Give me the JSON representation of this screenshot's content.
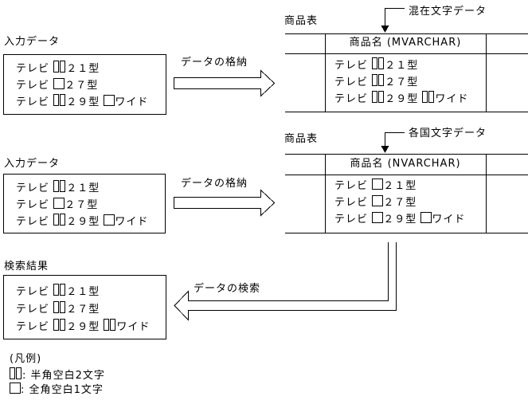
{
  "colors": {
    "line": "#000000",
    "background": "#ffffff"
  },
  "sections": {
    "storage_mixed": {
      "input_label": "入力データ",
      "input_lines": [
        "テレビ ▯▯２１型",
        "テレビ □２７型",
        "テレビ ▯▯２９型 □ワイド"
      ],
      "arrow_label": "データの格納",
      "table_label": "商品表",
      "annotation": "混在文字データ",
      "column_header": "商品名 (MVARCHAR)",
      "rows": [
        "テレビ ▯▯２１型",
        "テレビ ▯▯２７型",
        "テレビ ▯▯２９型 ▯▯ワイド"
      ]
    },
    "storage_national": {
      "input_label": "入力データ",
      "input_lines": [
        "テレビ ▯▯２１型",
        "テレビ □２７型",
        "テレビ ▯▯２９型 □ワイド"
      ],
      "arrow_label": "データの格納",
      "table_label": "商品表",
      "annotation": "各国文字データ",
      "column_header": "商品名 (NVARCHAR)",
      "rows": [
        "テレビ □２１型",
        "テレビ □２７型",
        "テレビ □２９型 □ワイド"
      ]
    },
    "search": {
      "result_label": "検索結果",
      "result_lines": [
        "テレビ ▯▯２１型",
        "テレビ ▯▯２７型",
        "テレビ ▯▯２９型 ▯▯ワイド"
      ],
      "arrow_label": "データの検索"
    },
    "legend": {
      "title": "(凡例)",
      "items": [
        "▯▯: 半角空白2文字",
        "□: 全角空白1文字"
      ]
    }
  }
}
